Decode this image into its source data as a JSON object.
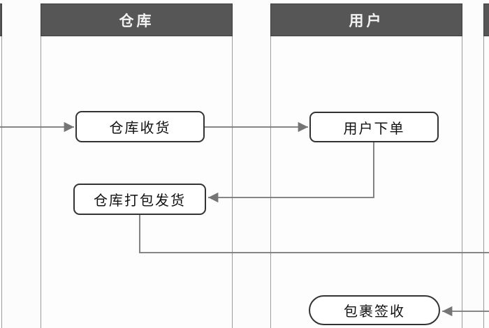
{
  "diagram": {
    "type": "swimlane-flowchart",
    "lanes": [
      {
        "id": "left-partial",
        "label": "",
        "note": "lane cut off at left edge, only header sliver and border visible"
      },
      {
        "id": "warehouse",
        "label": "仓库"
      },
      {
        "id": "user",
        "label": "用户"
      },
      {
        "id": "right-partial",
        "label": "",
        "note": "lane cut off at right edge, only header sliver and border visible"
      }
    ],
    "nodes": [
      {
        "id": "warehouse-receive",
        "label": "仓库收货",
        "lane": "仓库",
        "shape": "rounded-rect"
      },
      {
        "id": "user-order",
        "label": "用户下单",
        "lane": "用户",
        "shape": "rounded-rect"
      },
      {
        "id": "warehouse-pack-ship",
        "label": "仓库打包发货",
        "lane": "仓库",
        "shape": "rounded-rect"
      },
      {
        "id": "package-signed",
        "label": "包裹签收",
        "lane": "用户",
        "shape": "stadium"
      }
    ],
    "edges": [
      {
        "from": "offscreen-left",
        "to": "warehouse-receive",
        "arrow": "into warehouse-receive"
      },
      {
        "from": "warehouse-receive",
        "to": "user-order",
        "arrow": "into user-order"
      },
      {
        "from": "user-order",
        "to": "warehouse-pack-ship",
        "arrow": "into warehouse-pack-ship",
        "route": "down then left"
      },
      {
        "from": "warehouse-pack-ship",
        "to": "offscreen-right",
        "arrow": "none visible",
        "route": "down then right off canvas"
      },
      {
        "from": "offscreen-right",
        "to": "package-signed",
        "arrow": "into package-signed"
      }
    ]
  },
  "colors": {
    "background": "#fcfcfc",
    "lane_header_bg": "#565656",
    "lane_header_border": "#3f3f3f",
    "lane_header_text": "#f2f2f2",
    "lane_border": "#9c9c9c",
    "node_border": "#333333",
    "node_bg": "#ffffff",
    "node_text": "#111111",
    "connector": "#757575"
  }
}
